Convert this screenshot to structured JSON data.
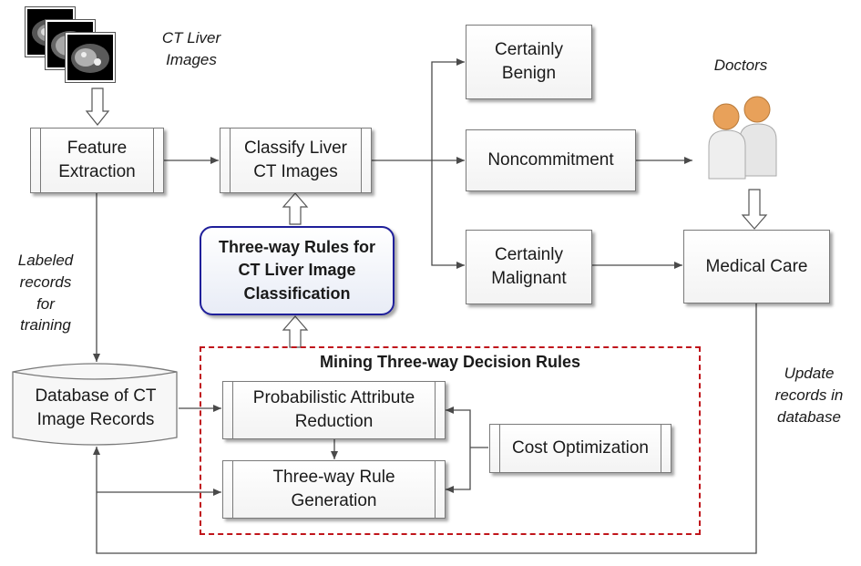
{
  "labels": {
    "ct_images": "CT Liver\nImages",
    "doctors": "Doctors",
    "labeled_records": "Labeled\nrecords\nfor\ntraining",
    "update_records": "Update\nrecords in\ndatabase",
    "mining_title": "Mining Three-way Decision Rules"
  },
  "nodes": {
    "feature_extraction": "Feature\nExtraction",
    "classify": "Classify Liver\nCT Images",
    "benign": "Certainly\nBenign",
    "noncommitment": "Noncommitment",
    "malignant": "Certainly\nMalignant",
    "medical_care": "Medical Care",
    "rules": "Three-way Rules for\nCT Liver Image\nClassification",
    "database": "Database of CT\nImage Records",
    "reduction": "Probabilistic Attribute\nReduction",
    "generation": "Three-way Rule\nGeneration",
    "cost": "Cost Optimization"
  },
  "colors": {
    "mining_border": "#c0151b",
    "rules_border": "#1f1f9a",
    "doctor_head": "#e8a15a",
    "doctor_body": "#e6e6e6"
  },
  "icons": {
    "ct": "ct-scan-images",
    "people": "doctors-icon"
  }
}
